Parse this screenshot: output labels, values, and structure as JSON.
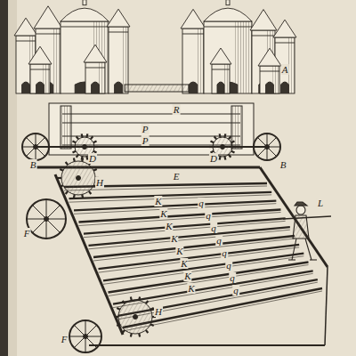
{
  "diagram": {
    "labels": [
      "A",
      "R",
      "P",
      "P",
      "B",
      "B",
      "D",
      "D",
      "E",
      "L",
      "F",
      "F",
      "H",
      "H",
      "K",
      "K",
      "K",
      "K",
      "K",
      "K",
      "K",
      "K",
      "q",
      "q",
      "q",
      "q",
      "q",
      "q",
      "q",
      "q"
    ]
  }
}
